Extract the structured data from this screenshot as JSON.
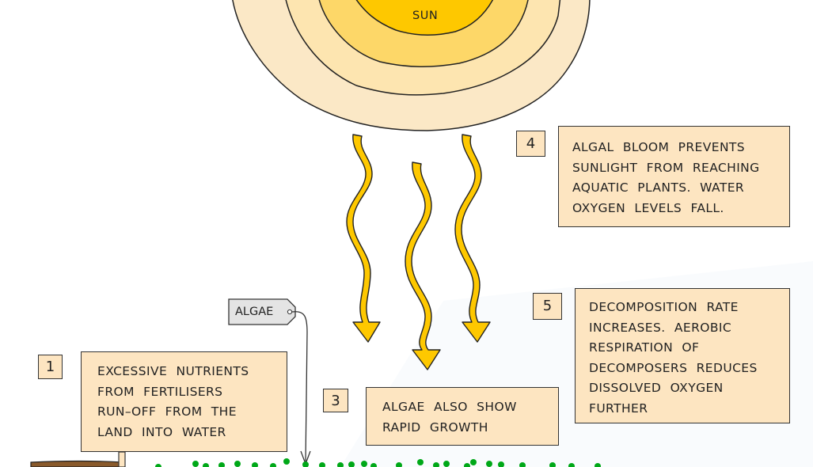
{
  "diagram": {
    "sun": {
      "label": "SUN",
      "colors": [
        "#fbe8c6",
        "#fde5b0",
        "#fdd768",
        "#fec800"
      ]
    },
    "algae_tag": {
      "label": "ALGAE",
      "color": "#e4e4e4"
    },
    "steps": [
      {
        "number": "1",
        "lines": [
          "EXCESSIVE NUTRIENTS",
          "FROM FERTILISERS",
          "RUN–OFF FROM THE",
          "LAND INTO WATER"
        ]
      },
      {
        "number": "3",
        "lines": [
          "ALGAE ALSO SHOW",
          "RAPID GROWTH"
        ]
      },
      {
        "number": "4",
        "lines": [
          "ALGAL BLOOM PREVENTS",
          "SUNLIGHT FROM REACHING",
          "AQUATIC PLANTS. WATER",
          "OXYGEN LEVELS FALL."
        ]
      },
      {
        "number": "5",
        "lines": [
          "DECOMPOSITION RATE",
          "INCREASES. AEROBIC",
          "RESPIRATION OF",
          "DECOMPOSERS REDUCES",
          "DISSOLVED OXYGEN",
          "FURTHER"
        ]
      }
    ],
    "colors": {
      "box_fill": "#fde5c1",
      "arrow_fill": "#fec800",
      "algae_dot": "#00a818",
      "soil": "#8a5a2b"
    }
  }
}
